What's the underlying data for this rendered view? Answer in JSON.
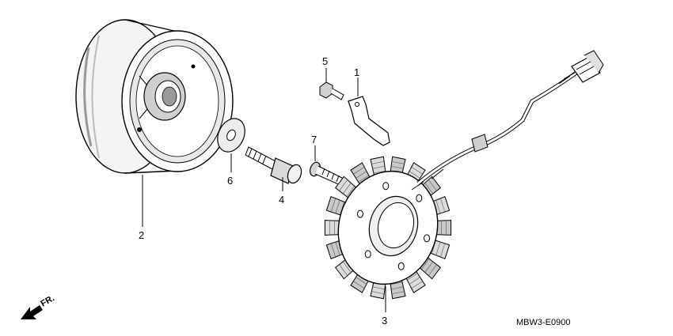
{
  "callouts": {
    "p1": "1",
    "p2": "2",
    "p3": "3",
    "p4": "4",
    "p5": "5",
    "p6": "6",
    "p7": "7"
  },
  "diagram_code": "MBW3-E0900",
  "direction_label": "FR."
}
